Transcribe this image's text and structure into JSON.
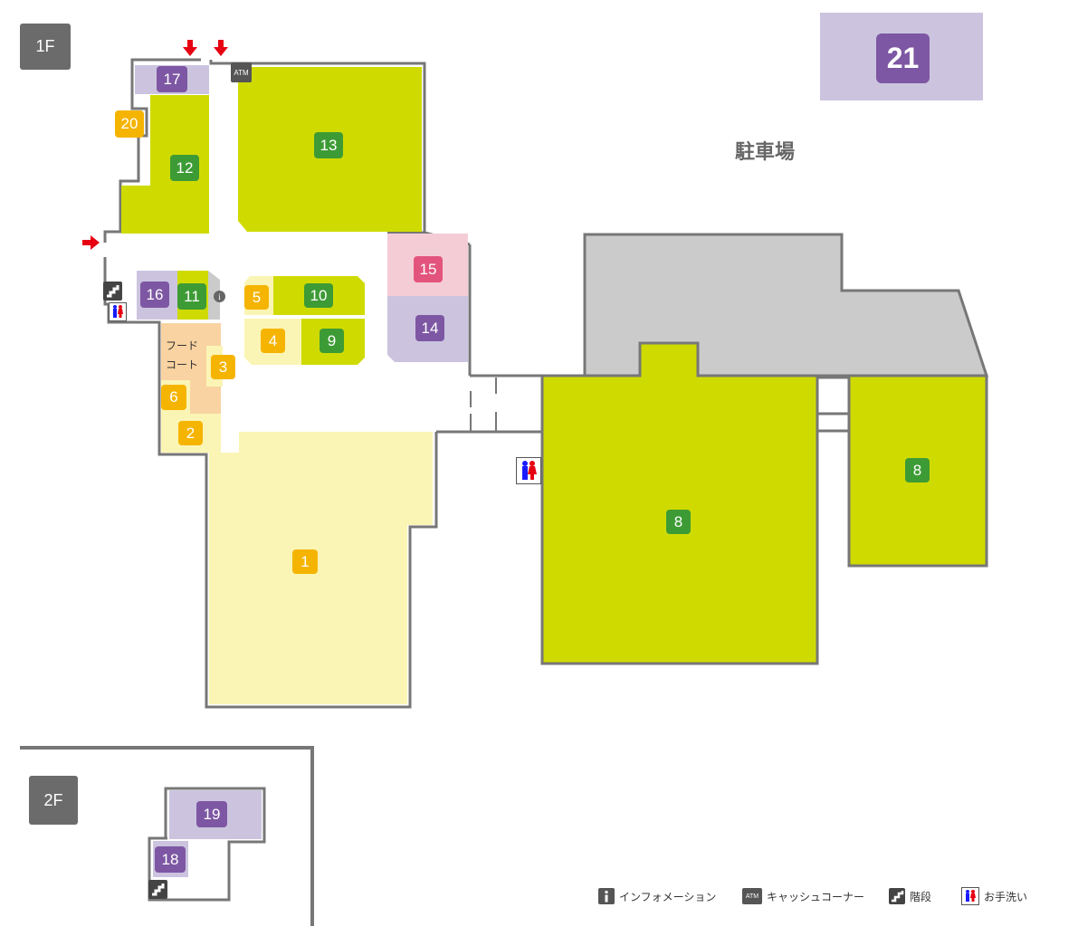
{
  "floors": {
    "first": "1F",
    "second": "2F"
  },
  "parking": {
    "label": "駐車場",
    "number": "21"
  },
  "food_court": {
    "line1": "フード",
    "line2": "コート"
  },
  "markers": {
    "atm": "ATM",
    "info": "i"
  },
  "stores": [
    {
      "id": "1",
      "kind": "orange"
    },
    {
      "id": "2",
      "kind": "orange"
    },
    {
      "id": "3",
      "kind": "orange"
    },
    {
      "id": "4",
      "kind": "orange"
    },
    {
      "id": "5",
      "kind": "orange"
    },
    {
      "id": "6",
      "kind": "orange"
    },
    {
      "id": "8",
      "kind": "green"
    },
    {
      "id": "8",
      "kind": "green"
    },
    {
      "id": "9",
      "kind": "green"
    },
    {
      "id": "10",
      "kind": "green"
    },
    {
      "id": "11",
      "kind": "green"
    },
    {
      "id": "12",
      "kind": "green"
    },
    {
      "id": "13",
      "kind": "green"
    },
    {
      "id": "14",
      "kind": "purple"
    },
    {
      "id": "15",
      "kind": "pink"
    },
    {
      "id": "16",
      "kind": "purple"
    },
    {
      "id": "17",
      "kind": "purple"
    },
    {
      "id": "18",
      "kind": "purple"
    },
    {
      "id": "19",
      "kind": "purple"
    },
    {
      "id": "20",
      "kind": "orange"
    }
  ],
  "legend": {
    "info": "インフォメーション",
    "atm": "キャッシュコーナー",
    "stairs": "階段",
    "restroom": "お手洗い"
  },
  "colors": {
    "lime": "#cfdb00",
    "light_yellow": "#fbf5b5",
    "peach": "#f9d3a1",
    "lavender": "#ccc4df",
    "pink": "#f4ccd6",
    "gray_area": "#cbcbcb",
    "wall": "#777777",
    "badge_orange": "#f5b400",
    "badge_green": "#3d9b35",
    "badge_purple": "#7d57a3",
    "badge_pink": "#e3547d",
    "floor_tag": "#6b6b6b",
    "arrow_red": "#e60012",
    "blue_restroom": "#1a1aff",
    "red_restroom": "#e60012"
  }
}
